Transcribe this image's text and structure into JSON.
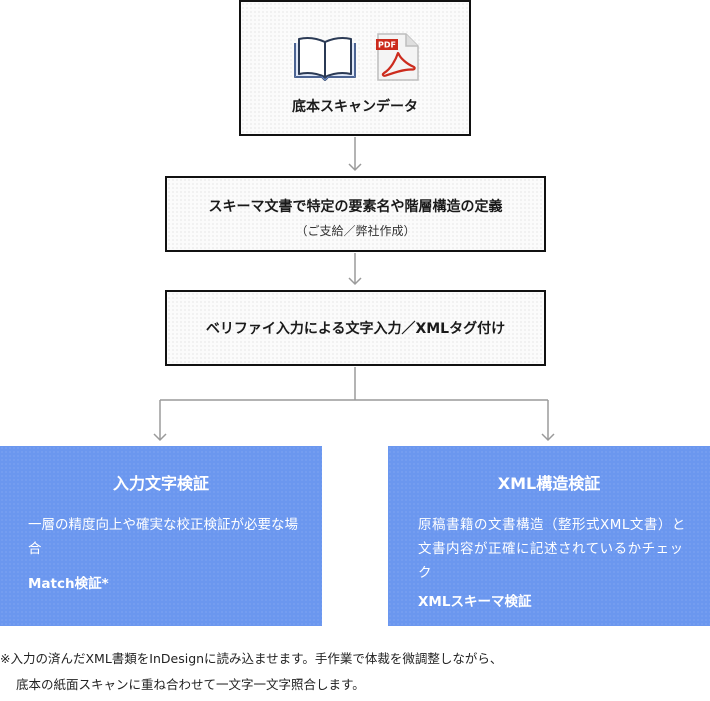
{
  "source_box": {
    "label": "底本スキャンデータ",
    "pdf_badge": "PDF"
  },
  "schema_box": {
    "label": "スキーマ文書で特定の要素名や階層構造の定義",
    "sublabel": "（ご支給／弊社作成）"
  },
  "verify_box": {
    "label": "ベリファイ入力による文字入力／XMLタグ付け"
  },
  "left_panel": {
    "title": "入力文字検証",
    "body": "一層の精度向上や確実な校正検証が必要な場合",
    "tag": "Match検証*"
  },
  "right_panel": {
    "title": "XML構造検証",
    "body": "原稿書籍の文書構造（整形式XML文書）と文書内容が正確に記述されているかチェック",
    "tag": "XMLスキーマ検証"
  },
  "notes": {
    "line1": "※入力の済んだXML書類をInDesignに読み込ませます。手作業で体裁を微調整しながら、",
    "line2": "底本の紙面スキャンに重ね合わせて一文字一文字照合します。"
  },
  "colors": {
    "panel": "#6b97ef",
    "connector": "#9a9a9a",
    "pdf_red": "#cc2b1d",
    "book_blue": "#6c8fd1"
  }
}
